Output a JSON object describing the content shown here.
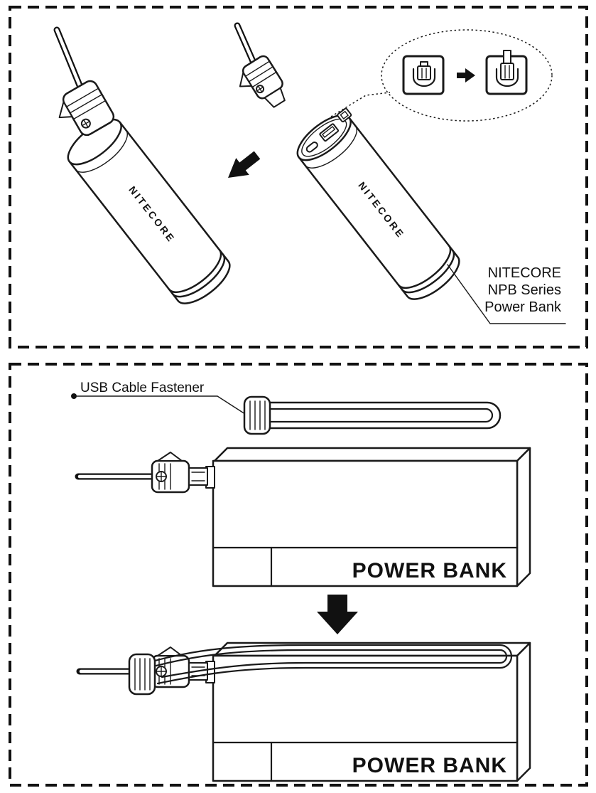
{
  "top_panel": {
    "brand_logo": "NITECORE",
    "product_label": {
      "line1": "NITECORE",
      "line2": "NPB Series",
      "line3": "Power Bank"
    }
  },
  "bottom_panel": {
    "fastener_label": "USB Cable Fastener",
    "powerbank_label_front": "POWER BANK",
    "powerbank_label_fastened": "POWER BANK"
  },
  "colors": {
    "line": "#1a1a1a",
    "background": "#ffffff"
  }
}
